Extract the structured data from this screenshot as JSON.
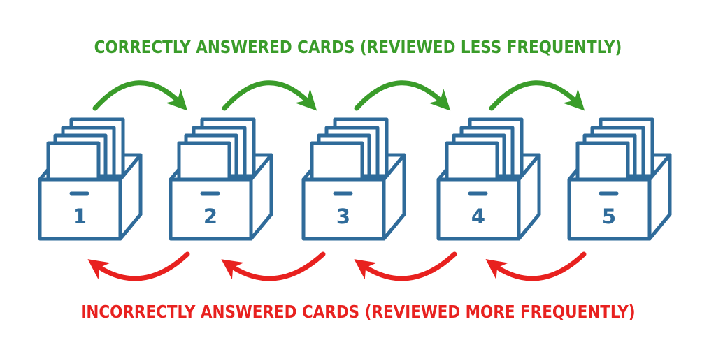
{
  "captions": {
    "top": "CORRECTLY ANSWERED CARDS (REVIEWED LESS FREQUENTLY)",
    "bottom": "INCORRECTLY ANSWERED CARDS (REVIEWED MORE FREQUENTLY)"
  },
  "boxes": [
    {
      "label": "1"
    },
    {
      "label": "2"
    },
    {
      "label": "3"
    },
    {
      "label": "4"
    },
    {
      "label": "5"
    }
  ],
  "colors": {
    "box": "#2f6b9a",
    "correct": "#3a9c2a",
    "incorrect": "#e8211f",
    "background": "#ffffff"
  },
  "icons": {
    "box": "card-file-box-icon",
    "forward": "arrow-forward-icon",
    "back": "arrow-back-icon"
  }
}
